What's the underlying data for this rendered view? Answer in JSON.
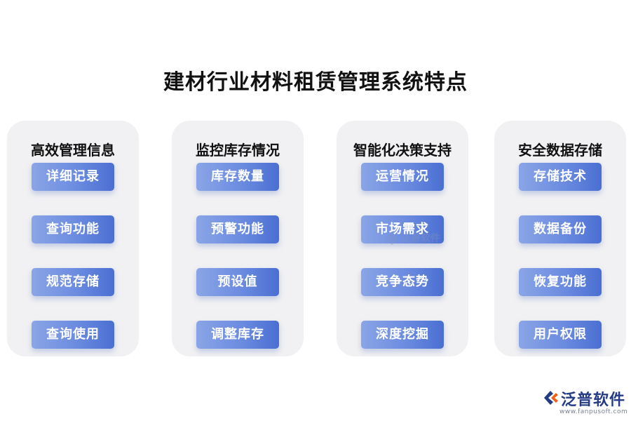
{
  "title": "建材行业材料租赁管理系统特点",
  "columns": [
    {
      "title": "高效管理信息",
      "items": [
        "详细记录",
        "查询功能",
        "规范存储",
        "查询使用"
      ]
    },
    {
      "title": "监控库存情况",
      "items": [
        "库存数量",
        "预警功能",
        "预设值",
        "调整库存"
      ]
    },
    {
      "title": "智能化决策支持",
      "items": [
        "运营情况",
        "市场需求",
        "竞争态势",
        "深度挖掘"
      ]
    },
    {
      "title": "安全数据存储",
      "items": [
        "存储技术",
        "数据备份",
        "恢复功能",
        "用户权限"
      ]
    }
  ],
  "watermark": {
    "name": "泛普软件"
  },
  "logo": {
    "name": "泛普软件",
    "url": "www.fanpusoft.com"
  },
  "colors": {
    "item_gradient_start": "#8aa5e6",
    "item_gradient_end": "#4a6fd2",
    "column_bg": "#f1f1f3",
    "logo_text": "#243b86",
    "logo_accent": "#e8611a"
  }
}
